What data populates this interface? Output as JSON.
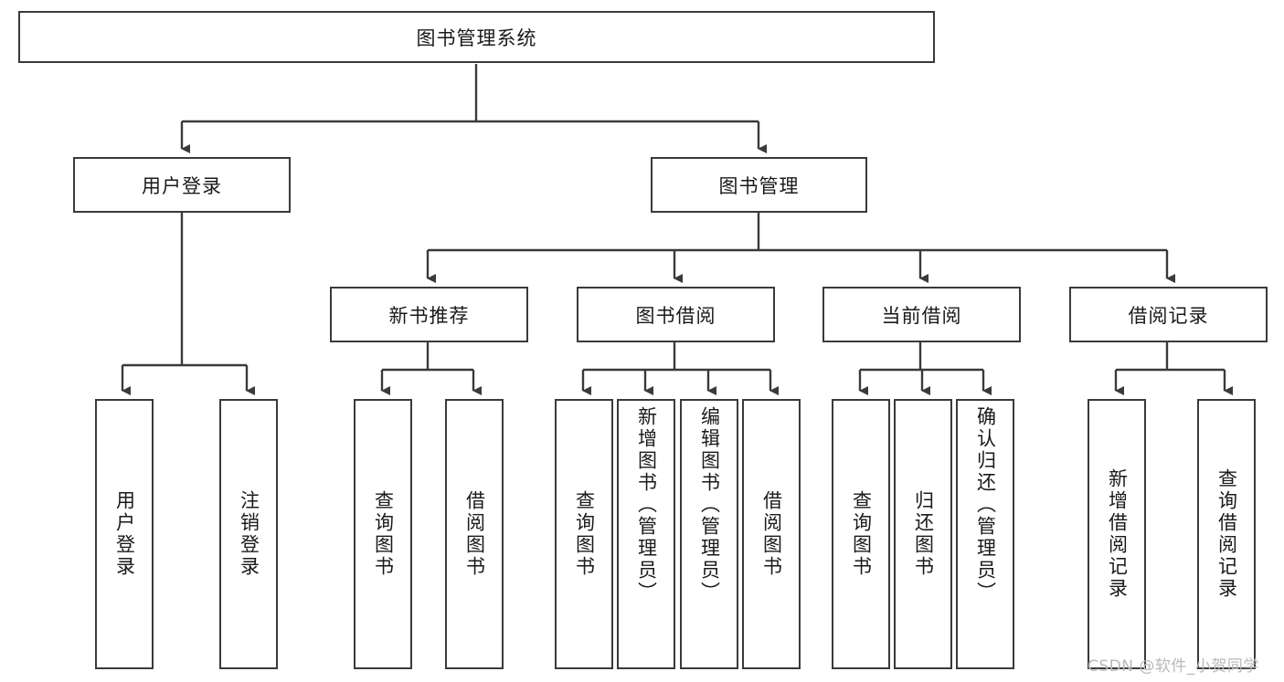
{
  "diagram": {
    "type": "tree-hierarchy-chart",
    "title": "图书管理系统",
    "background_color": "#ffffff",
    "line_color": "#3a3a3a",
    "text_color": "#1a1a1a",
    "root": {
      "label": "图书管理系统"
    },
    "level2": [
      {
        "id": "user-login",
        "label": "用户登录"
      },
      {
        "id": "book-manage",
        "label": "图书管理"
      }
    ],
    "level3": [
      {
        "id": "new-book-recommend",
        "label": "新书推荐"
      },
      {
        "id": "book-borrow",
        "label": "图书借阅"
      },
      {
        "id": "current-borrow",
        "label": "当前借阅"
      },
      {
        "id": "borrow-record",
        "label": "借阅记录"
      }
    ],
    "leaves": {
      "user_login": [
        {
          "id": "leaf-user-login",
          "label": "用户登录"
        },
        {
          "id": "leaf-logout-login",
          "label": "注销登录"
        }
      ],
      "new_book_recommend": [
        {
          "id": "leaf-query-book-1",
          "label": "查询图书"
        },
        {
          "id": "leaf-borrow-book-1",
          "label": "借阅图书"
        }
      ],
      "book_borrow": [
        {
          "id": "leaf-query-book-2",
          "label": "查询图书"
        },
        {
          "id": "leaf-add-book",
          "label": "新增图书（管理员）"
        },
        {
          "id": "leaf-edit-book",
          "label": "编辑图书（管理员）"
        },
        {
          "id": "leaf-borrow-book-2",
          "label": "借阅图书"
        }
      ],
      "current_borrow": [
        {
          "id": "leaf-query-book-3",
          "label": "查询图书"
        },
        {
          "id": "leaf-return-book",
          "label": "归还图书"
        },
        {
          "id": "leaf-confirm-return",
          "label": "确认归还（管理员）"
        }
      ],
      "borrow_record": [
        {
          "id": "leaf-add-record",
          "label": "新增借阅记录"
        },
        {
          "id": "leaf-query-record",
          "label": "查询借阅记录"
        }
      ]
    }
  },
  "watermark": {
    "text": "CSDN @软件_小贺同学"
  }
}
